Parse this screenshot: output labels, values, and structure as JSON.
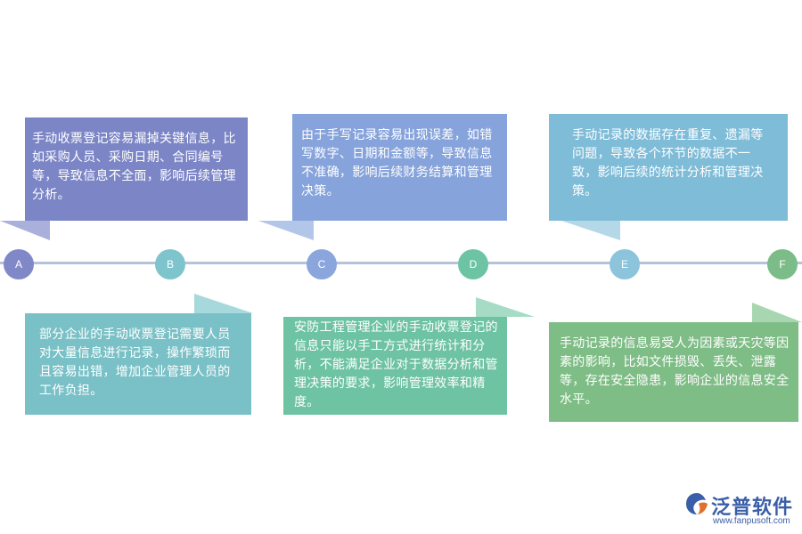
{
  "nodes": [
    {
      "label": "A",
      "color": "#8088c8"
    },
    {
      "label": "B",
      "color": "#7ec4cc"
    },
    {
      "label": "C",
      "color": "#8aa6dc"
    },
    {
      "label": "D",
      "color": "#6cc4a4"
    },
    {
      "label": "E",
      "color": "#8cc4dc"
    },
    {
      "label": "F",
      "color": "#7cbc88"
    }
  ],
  "cards": [
    {
      "id": "A",
      "text": "手动收票登记容易漏掉关键信息，比如采购人员、采购日期、合同编号等，导致信息不全面，影响后续管理分析。",
      "color": "#7c86c6"
    },
    {
      "id": "B",
      "text": "部分企业的手动收票登记需要人员对大量信息进行记录，操作繁琐而且容易出错，增加企业管理人员的工作负担。",
      "color": "#7ac1c7"
    },
    {
      "id": "C",
      "text": "由于手写记录容易出现误差，如错写数字、日期和金额等，导致信息不准确，影响后续财务结算和管理决策。",
      "color": "#86a3db"
    },
    {
      "id": "D",
      "text": "安防工程管理企业的手动收票登记的信息只能以手工方式进行统计和分析，不能满足企业对于数据分析和管理决策的要求，影响管理效率和精度。",
      "color": "#6ec3a3"
    },
    {
      "id": "E",
      "text": "手动记录的数据存在重复、遗漏等问题，导致各个环节的数据不一致，影响后续的统计分析和管理决策。",
      "color": "#7fbcd8"
    },
    {
      "id": "F",
      "text": "手动记录的信息易受人为因素或天灾等因素的影响，比如文件损毁、丢失、泄露等，存在安全隐患，影响企业的信息安全水平。",
      "color": "#7fbd86"
    }
  ],
  "logo": {
    "name": "泛普软件",
    "url": "www.fanpusoft.com",
    "icon": "fanpu-logo-icon",
    "color": "#3a5fa8"
  }
}
